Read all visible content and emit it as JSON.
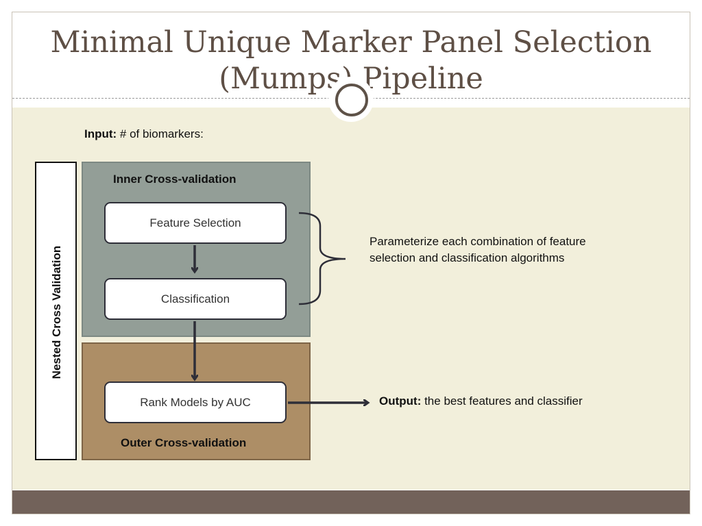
{
  "title": {
    "line1": "Minimal Unique Marker Panel Selection",
    "line2": "(Mumps) Pipeline"
  },
  "input": {
    "label": "Input:",
    "text": " # of biomarkers:"
  },
  "nested": {
    "label": "Nested Cross Validation"
  },
  "inner": {
    "title": "Inner Cross-validation",
    "steps": [
      "Feature Selection",
      "Classification"
    ]
  },
  "outer": {
    "title": "Outer Cross-validation",
    "step": "Rank Models by AUC"
  },
  "annotation": {
    "text": "Parameterize each combination of feature selection and classification algorithms"
  },
  "output": {
    "label": "Output:",
    "text": " the best features and classifier"
  },
  "colors": {
    "title": "#5e4f45",
    "content_bg": "#f2efdb",
    "inner_panel": "#939e97",
    "outer_panel": "#ad8e66",
    "footer": "#72625a",
    "arrow": "#2e2e38"
  }
}
